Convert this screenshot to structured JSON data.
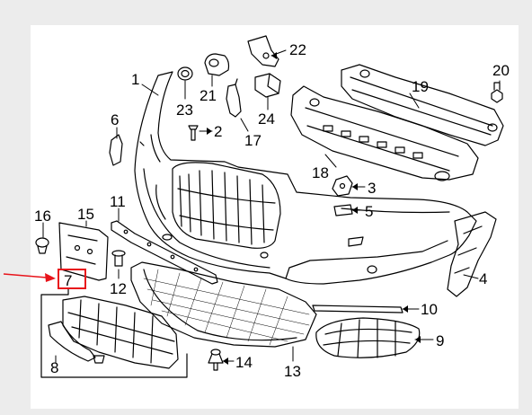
{
  "callouts": [
    {
      "id": "c1",
      "label": "1"
    },
    {
      "id": "c2",
      "label": "2"
    },
    {
      "id": "c3",
      "label": "3"
    },
    {
      "id": "c4",
      "label": "4"
    },
    {
      "id": "c5",
      "label": "5"
    },
    {
      "id": "c6",
      "label": "6"
    },
    {
      "id": "c7",
      "label": "7"
    },
    {
      "id": "c8",
      "label": "8"
    },
    {
      "id": "c9",
      "label": "9"
    },
    {
      "id": "c10",
      "label": "10"
    },
    {
      "id": "c11",
      "label": "11"
    },
    {
      "id": "c12",
      "label": "12"
    },
    {
      "id": "c13",
      "label": "13"
    },
    {
      "id": "c14",
      "label": "14"
    },
    {
      "id": "c15",
      "label": "15"
    },
    {
      "id": "c16",
      "label": "16"
    },
    {
      "id": "c17",
      "label": "17"
    },
    {
      "id": "c18",
      "label": "18"
    },
    {
      "id": "c19",
      "label": "19"
    },
    {
      "id": "c20",
      "label": "20"
    },
    {
      "id": "c21",
      "label": "21"
    },
    {
      "id": "c22",
      "label": "22"
    },
    {
      "id": "c23",
      "label": "23"
    },
    {
      "id": "c24",
      "label": "24"
    }
  ],
  "highlight": {
    "callout": "7",
    "color": "#e8141b"
  },
  "colors": {
    "background": "#ececec",
    "panel": "#ffffff",
    "line": "#000000"
  }
}
